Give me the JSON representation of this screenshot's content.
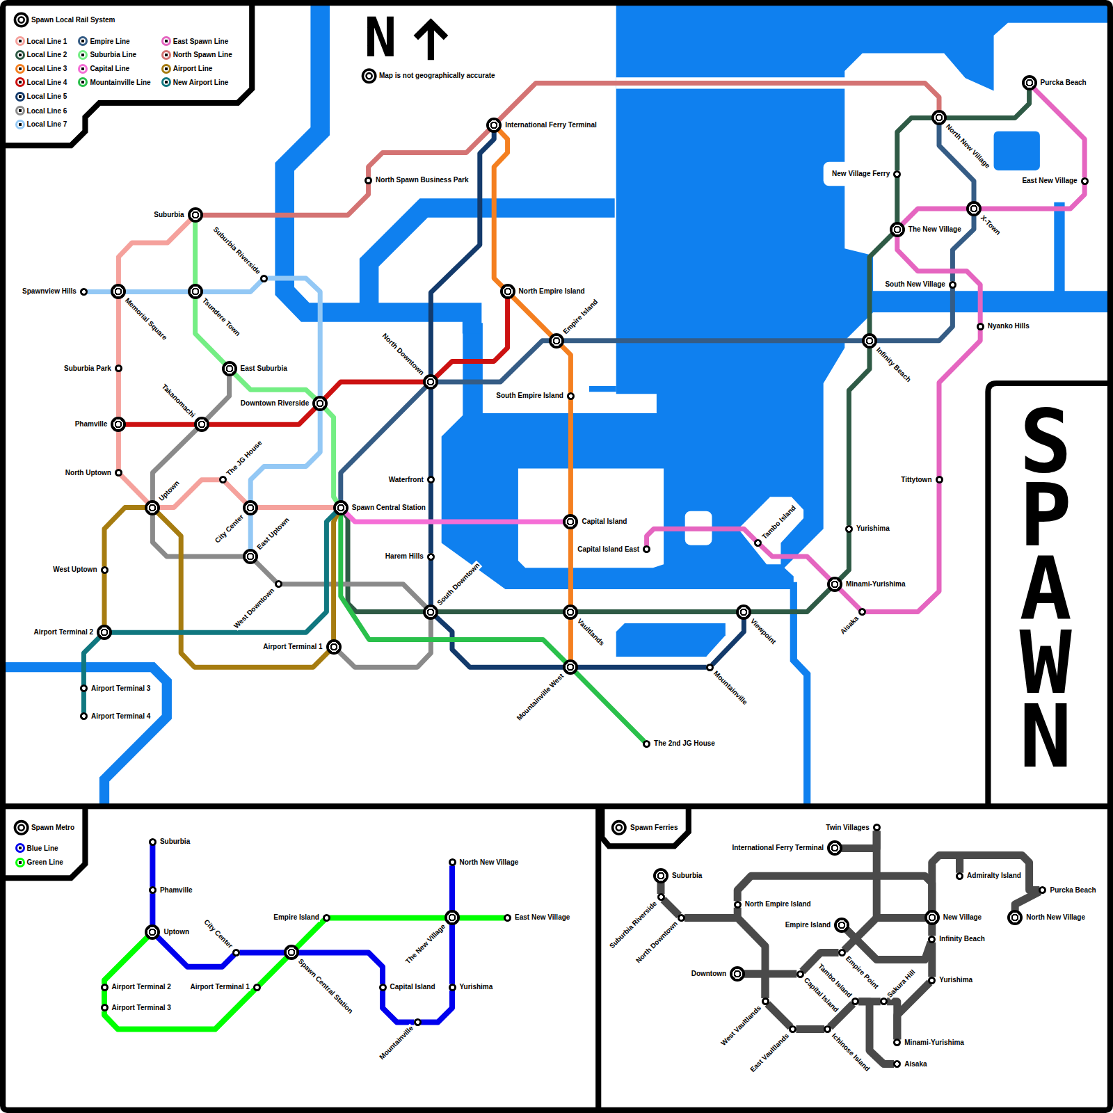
{
  "diagram": {
    "title": "SPAWN",
    "nodes": [
      {
        "text": [
          "International Ferry Terminal"
        ]
      },
      {
        "text": [
          "North Spawn Business Park"
        ]
      },
      {
        "text": [
          "Suburbia"
        ]
      },
      {
        "text": [
          "Spawnview Hills"
        ]
      },
      {
        "text": [
          "Memorial Square"
        ]
      },
      {
        "text": [
          "Tsundere Town"
        ]
      },
      {
        "text": [
          "Suburbia Riverside"
        ]
      },
      {
        "text": [
          "Suburbia Park"
        ]
      },
      {
        "text": [
          "East Suburbia"
        ]
      },
      {
        "text": [
          "Takanomachi"
        ]
      },
      {
        "text": [
          "Downtown Riverside"
        ]
      },
      {
        "text": [
          "Phamville"
        ]
      },
      {
        "text": [
          "North Uptown"
        ]
      },
      {
        "text": [
          "Uptown"
        ]
      },
      {
        "text": [
          "The JG House"
        ]
      },
      {
        "text": [
          "City Center"
        ]
      },
      {
        "text": [
          "Spawn Central Station"
        ]
      },
      {
        "text": [
          "East Uptown"
        ]
      },
      {
        "text": [
          "West Uptown"
        ]
      },
      {
        "text": [
          "West Downtown"
        ]
      },
      {
        "text": [
          "Airport Terminal 2"
        ]
      },
      {
        "text": [
          "Airport Terminal 1"
        ]
      },
      {
        "text": [
          "Airport Terminal 3"
        ]
      },
      {
        "text": [
          "Airport Terminal 4"
        ]
      },
      {
        "text": [
          "North Downtown"
        ]
      },
      {
        "text": [
          "Waterfront"
        ]
      },
      {
        "text": [
          "Harem Hills"
        ]
      },
      {
        "text": [
          "South Downtown"
        ]
      },
      {
        "text": [
          "North Empire Island"
        ]
      },
      {
        "text": [
          "Empire Island"
        ]
      },
      {
        "text": [
          "South Empire Island"
        ]
      },
      {
        "text": [
          "Capital Island"
        ]
      },
      {
        "text": [
          "Capital Island East"
        ]
      },
      {
        "text": [
          "Vaultlands"
        ]
      },
      {
        "text": [
          "Mountainville West"
        ]
      },
      {
        "text": [
          "Mountainville"
        ]
      },
      {
        "text": [
          "The 2nd JG House"
        ]
      },
      {
        "text": [
          "Viewpoint"
        ]
      },
      {
        "text": [
          "Tambo Island"
        ]
      },
      {
        "text": [
          "Minami-Yurishima"
        ]
      },
      {
        "text": [
          "Aisaka"
        ]
      },
      {
        "text": [
          "Yurishima"
        ]
      },
      {
        "text": [
          "Infinity Beach"
        ]
      },
      {
        "text": [
          "Tittytown"
        ]
      },
      {
        "text": [
          "Nyanko Hills"
        ]
      },
      {
        "text": [
          "South New Village"
        ]
      },
      {
        "text": [
          "The New Village"
        ]
      },
      {
        "text": [
          "X-Town"
        ]
      },
      {
        "text": [
          "East New Village"
        ]
      },
      {
        "text": [
          "New Village Ferry"
        ]
      },
      {
        "text": [
          "North New Village"
        ]
      },
      {
        "text": [
          "Purcka Beach"
        ]
      },
      {
        "text": [
          "Suburbia"
        ]
      },
      {
        "text": [
          "Phamville"
        ]
      },
      {
        "text": [
          "Uptown"
        ]
      },
      {
        "text": [
          "City Center"
        ]
      },
      {
        "text": [
          "Spawn Central Station"
        ]
      },
      {
        "text": [
          "Airport Terminal 2"
        ]
      },
      {
        "text": [
          "Airport Terminal 3"
        ]
      },
      {
        "text": [
          "Airport Terminal 1"
        ]
      },
      {
        "text": [
          "Empire Island"
        ]
      },
      {
        "text": [
          "Capital Island"
        ]
      },
      {
        "text": [
          "Mountainville"
        ]
      },
      {
        "text": [
          "Yurishima"
        ]
      },
      {
        "text": [
          "The New Village"
        ]
      },
      {
        "text": [
          "North New Village"
        ]
      },
      {
        "text": [
          "East New Village"
        ]
      },
      {
        "text": [
          "Twin Villages"
        ]
      },
      {
        "text": [
          "International Ferry Terminal"
        ]
      },
      {
        "text": [
          "Suburbia"
        ]
      },
      {
        "text": [
          "Suburbia Riverside"
        ]
      },
      {
        "text": [
          "North Downtown"
        ]
      },
      {
        "text": [
          "North Empire Island"
        ]
      },
      {
        "text": [
          "Admiralty Island"
        ]
      },
      {
        "text": [
          "Purcka Beach"
        ]
      },
      {
        "text": [
          "North New Village"
        ]
      },
      {
        "text": [
          "New Village"
        ]
      },
      {
        "text": [
          "Empire Island"
        ]
      },
      {
        "text": [
          "Infinity Beach"
        ]
      },
      {
        "text": [
          "Empire Point"
        ]
      },
      {
        "text": [
          "Downtown"
        ]
      },
      {
        "text": [
          "Capital Island"
        ]
      },
      {
        "text": [
          "Tambo Island"
        ]
      },
      {
        "text": [
          "Sakura Hill"
        ]
      },
      {
        "text": [
          "Yurishima"
        ]
      },
      {
        "text": [
          "West Vaultlands"
        ]
      },
      {
        "text": [
          "East Vaultlands"
        ]
      },
      {
        "text": [
          "Ichinose Island"
        ]
      },
      {
        "text": [
          "Minami-Yurishima"
        ]
      },
      {
        "text": [
          "Aisaka"
        ]
      }
    ],
    "edges": [
      {
        "from": 2,
        "to": 4,
        "arrow": "none"
      },
      {
        "from": 4,
        "to": 7,
        "arrow": "none"
      },
      {
        "from": 7,
        "to": 11,
        "arrow": "none"
      },
      {
        "from": 11,
        "to": 12,
        "arrow": "none"
      },
      {
        "from": 12,
        "to": 13,
        "arrow": "none"
      },
      {
        "from": 13,
        "to": 14,
        "arrow": "none"
      },
      {
        "from": 14,
        "to": 15,
        "arrow": "none"
      },
      {
        "from": 15,
        "to": 16,
        "arrow": "none"
      },
      {
        "from": 16,
        "to": 27,
        "arrow": "none"
      },
      {
        "from": 27,
        "to": 33,
        "arrow": "none"
      },
      {
        "from": 33,
        "to": 37,
        "arrow": "none"
      },
      {
        "from": 37,
        "to": 39,
        "arrow": "none"
      },
      {
        "from": 39,
        "to": 41,
        "arrow": "none"
      },
      {
        "from": 41,
        "to": 42,
        "arrow": "none"
      },
      {
        "from": 42,
        "to": 46,
        "arrow": "none"
      },
      {
        "from": 46,
        "to": 49,
        "arrow": "none"
      },
      {
        "from": 49,
        "to": 50,
        "arrow": "none"
      },
      {
        "from": 50,
        "to": 51,
        "arrow": "none"
      },
      {
        "from": 0,
        "to": 28,
        "arrow": "none"
      },
      {
        "from": 28,
        "to": 29,
        "arrow": "none"
      },
      {
        "from": 29,
        "to": 30,
        "arrow": "none"
      },
      {
        "from": 30,
        "to": 31,
        "arrow": "none"
      },
      {
        "from": 31,
        "to": 33,
        "arrow": "none"
      },
      {
        "from": 33,
        "to": 34,
        "arrow": "none"
      },
      {
        "from": 11,
        "to": 9,
        "arrow": "none"
      },
      {
        "from": 9,
        "to": 10,
        "arrow": "none"
      },
      {
        "from": 10,
        "to": 24,
        "arrow": "none"
      },
      {
        "from": 24,
        "to": 28,
        "arrow": "none"
      },
      {
        "from": 0,
        "to": 24,
        "arrow": "none"
      },
      {
        "from": 24,
        "to": 25,
        "arrow": "none"
      },
      {
        "from": 25,
        "to": 26,
        "arrow": "none"
      },
      {
        "from": 26,
        "to": 27,
        "arrow": "none"
      },
      {
        "from": 27,
        "to": 34,
        "arrow": "none"
      },
      {
        "from": 34,
        "to": 35,
        "arrow": "none"
      },
      {
        "from": 35,
        "to": 37,
        "arrow": "none"
      },
      {
        "from": 8,
        "to": 9,
        "arrow": "none"
      },
      {
        "from": 9,
        "to": 13,
        "arrow": "none"
      },
      {
        "from": 13,
        "to": 17,
        "arrow": "none"
      },
      {
        "from": 17,
        "to": 19,
        "arrow": "none"
      },
      {
        "from": 19,
        "to": 27,
        "arrow": "none"
      },
      {
        "from": 27,
        "to": 21,
        "arrow": "none"
      },
      {
        "from": 3,
        "to": 4,
        "arrow": "none"
      },
      {
        "from": 4,
        "to": 5,
        "arrow": "none"
      },
      {
        "from": 5,
        "to": 6,
        "arrow": "none"
      },
      {
        "from": 6,
        "to": 10,
        "arrow": "none"
      },
      {
        "from": 10,
        "to": 15,
        "arrow": "none"
      },
      {
        "from": 15,
        "to": 17,
        "arrow": "none"
      },
      {
        "from": 16,
        "to": 24,
        "arrow": "none"
      },
      {
        "from": 24,
        "to": 29,
        "arrow": "none"
      },
      {
        "from": 29,
        "to": 42,
        "arrow": "none"
      },
      {
        "from": 42,
        "to": 45,
        "arrow": "none"
      },
      {
        "from": 45,
        "to": 47,
        "arrow": "none"
      },
      {
        "from": 47,
        "to": 50,
        "arrow": "none"
      },
      {
        "from": 2,
        "to": 5,
        "arrow": "none"
      },
      {
        "from": 5,
        "to": 8,
        "arrow": "none"
      },
      {
        "from": 8,
        "to": 10,
        "arrow": "none"
      },
      {
        "from": 10,
        "to": 16,
        "arrow": "none"
      },
      {
        "from": 16,
        "to": 31,
        "arrow": "none"
      },
      {
        "from": 16,
        "to": 34,
        "arrow": "none"
      },
      {
        "from": 34,
        "to": 36,
        "arrow": "none"
      },
      {
        "from": 32,
        "to": 38,
        "arrow": "none"
      },
      {
        "from": 38,
        "to": 39,
        "arrow": "none"
      },
      {
        "from": 39,
        "to": 40,
        "arrow": "none"
      },
      {
        "from": 40,
        "to": 43,
        "arrow": "none"
      },
      {
        "from": 43,
        "to": 44,
        "arrow": "none"
      },
      {
        "from": 44,
        "to": 46,
        "arrow": "none"
      },
      {
        "from": 46,
        "to": 47,
        "arrow": "none"
      },
      {
        "from": 47,
        "to": 48,
        "arrow": "none"
      },
      {
        "from": 48,
        "to": 51,
        "arrow": "none"
      },
      {
        "from": 2,
        "to": 1,
        "arrow": "none"
      },
      {
        "from": 1,
        "to": 0,
        "arrow": "none"
      },
      {
        "from": 0,
        "to": 50,
        "arrow": "none"
      },
      {
        "from": 13,
        "to": 18,
        "arrow": "none"
      },
      {
        "from": 18,
        "to": 20,
        "arrow": "none"
      },
      {
        "from": 13,
        "to": 21,
        "arrow": "none"
      },
      {
        "from": 21,
        "to": 16,
        "arrow": "none"
      },
      {
        "from": 20,
        "to": 22,
        "arrow": "none"
      },
      {
        "from": 22,
        "to": 23,
        "arrow": "none"
      },
      {
        "from": 20,
        "to": 16,
        "arrow": "none"
      },
      {
        "from": 52,
        "to": 53,
        "arrow": "none"
      },
      {
        "from": 53,
        "to": 54,
        "arrow": "none"
      },
      {
        "from": 54,
        "to": 55,
        "arrow": "none"
      },
      {
        "from": 55,
        "to": 56,
        "arrow": "none"
      },
      {
        "from": 56,
        "to": 61,
        "arrow": "none"
      },
      {
        "from": 61,
        "to": 62,
        "arrow": "none"
      },
      {
        "from": 62,
        "to": 63,
        "arrow": "none"
      },
      {
        "from": 63,
        "to": 64,
        "arrow": "none"
      },
      {
        "from": 64,
        "to": 65,
        "arrow": "none"
      },
      {
        "from": 54,
        "to": 57,
        "arrow": "none"
      },
      {
        "from": 57,
        "to": 58,
        "arrow": "none"
      },
      {
        "from": 58,
        "to": 59,
        "arrow": "none"
      },
      {
        "from": 59,
        "to": 56,
        "arrow": "none"
      },
      {
        "from": 56,
        "to": 60,
        "arrow": "none"
      },
      {
        "from": 60,
        "to": 64,
        "arrow": "none"
      },
      {
        "from": 64,
        "to": 66,
        "arrow": "none"
      },
      {
        "from": 68,
        "to": 67,
        "arrow": "none"
      },
      {
        "from": 67,
        "to": 76,
        "arrow": "none"
      },
      {
        "from": 69,
        "to": 70,
        "arrow": "none"
      },
      {
        "from": 70,
        "to": 71,
        "arrow": "none"
      },
      {
        "from": 71,
        "to": 72,
        "arrow": "none"
      },
      {
        "from": 72,
        "to": 76,
        "arrow": "none"
      },
      {
        "from": 71,
        "to": 85,
        "arrow": "none"
      },
      {
        "from": 80,
        "to": 81,
        "arrow": "none"
      },
      {
        "from": 81,
        "to": 79,
        "arrow": "none"
      },
      {
        "from": 79,
        "to": 76,
        "arrow": "none"
      },
      {
        "from": 77,
        "to": 78,
        "arrow": "none"
      },
      {
        "from": 76,
        "to": 78,
        "arrow": "none"
      },
      {
        "from": 78,
        "to": 84,
        "arrow": "none"
      },
      {
        "from": 84,
        "to": 88,
        "arrow": "none"
      },
      {
        "from": 82,
        "to": 83,
        "arrow": "none"
      },
      {
        "from": 83,
        "to": 88,
        "arrow": "none"
      },
      {
        "from": 82,
        "to": 89,
        "arrow": "none"
      },
      {
        "from": 82,
        "to": 87,
        "arrow": "none"
      },
      {
        "from": 87,
        "to": 86,
        "arrow": "none"
      },
      {
        "from": 86,
        "to": 85,
        "arrow": "none"
      },
      {
        "from": 85,
        "to": 80,
        "arrow": "none"
      },
      {
        "from": 76,
        "to": 73,
        "arrow": "none"
      },
      {
        "from": 73,
        "to": 74,
        "arrow": "none"
      },
      {
        "from": 74,
        "to": 75,
        "arrow": "none"
      }
    ],
    "labels": [
      "Spawn Local Rail System",
      "N",
      "Map is not geographically accurate",
      "Spawn Metro",
      "Spawn Ferries"
    ],
    "legend": [
      {
        "text": "Local Line 1",
        "color": "#f5a19c"
      },
      {
        "text": "Local Line 2",
        "color": "#2e5a45"
      },
      {
        "text": "Local Line 3",
        "color": "#f47f20"
      },
      {
        "text": "Local Line 4",
        "color": "#cc1111"
      },
      {
        "text": "Local Line 5",
        "color": "#133a6b"
      },
      {
        "text": "Local Line 6",
        "color": "#8a8a8a"
      },
      {
        "text": "Local Line 7",
        "color": "#93c8f5"
      },
      {
        "text": "Empire Line",
        "color": "#355c85"
      },
      {
        "text": "Suburbia Line",
        "color": "#74ee84"
      },
      {
        "text": "Capital Line",
        "color": "#f56ed6"
      },
      {
        "text": "Mountainville Line",
        "color": "#2ac04b"
      },
      {
        "text": "East Spawn Line",
        "color": "#e565c0"
      },
      {
        "text": "North Spawn Line",
        "color": "#d47373"
      },
      {
        "text": "Airport Line",
        "color": "#a67c10"
      },
      {
        "text": "New Airport Line",
        "color": "#10777f"
      },
      {
        "text": "Blue Line",
        "color": "#0000ee"
      },
      {
        "text": "Green Line",
        "color": "#00ff00"
      }
    ]
  }
}
